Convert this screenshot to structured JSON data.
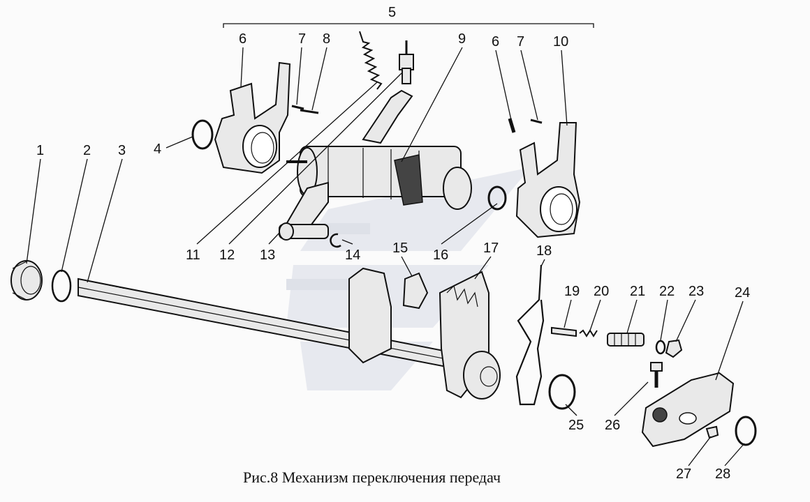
{
  "figure": {
    "caption": "Рис.8 Механизм переключения передач",
    "group_label": "5",
    "callouts": [
      "1",
      "2",
      "3",
      "4",
      "6",
      "7",
      "8",
      "9",
      "6",
      "7",
      "10",
      "11",
      "12",
      "13",
      "14",
      "15",
      "16",
      "17",
      "18",
      "19",
      "20",
      "21",
      "22",
      "23",
      "24",
      "25",
      "26",
      "27",
      "28"
    ]
  },
  "watermark": {
    "color": "#d7dbe6"
  }
}
